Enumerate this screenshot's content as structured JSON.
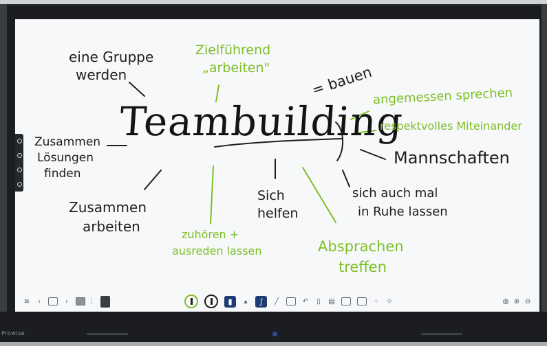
{
  "board": {
    "center": "Teambuilding",
    "notes_black": [
      {
        "id": "gruppe",
        "lines": [
          "eine Gruppe",
          "werden"
        ]
      },
      {
        "id": "zusammen-loesungen",
        "lines": [
          "Zusammen",
          "Lösungen",
          "finden"
        ]
      },
      {
        "id": "zusammen-arbeiten",
        "lines": [
          "Zusammen",
          "arbeiten"
        ]
      },
      {
        "id": "sich-helfen",
        "lines": [
          "Sich",
          "helfen"
        ]
      },
      {
        "id": "bauen",
        "lines": [
          "bauen"
        ]
      },
      {
        "id": "mannschaften",
        "lines": [
          "Mannschaften"
        ]
      },
      {
        "id": "ruhe",
        "lines": [
          "sich auch mal",
          "in Ruhe lassen"
        ]
      }
    ],
    "notes_green": [
      {
        "id": "zielfuehrend",
        "lines": [
          "Zielführend",
          "„arbeiten\""
        ]
      },
      {
        "id": "angemessen",
        "lines": [
          "angemessen sprechen"
        ]
      },
      {
        "id": "respektvoll",
        "lines": [
          "respektvolles Miteinander"
        ]
      },
      {
        "id": "zuhoeren",
        "lines": [
          "zuhören +",
          "ausreden lassen"
        ]
      },
      {
        "id": "absprachen",
        "lines": [
          "Absprachen",
          "treffen"
        ]
      }
    ],
    "equals_sign": "="
  },
  "colors": {
    "ink": "#1d1d1d",
    "green": "#7cbf24",
    "toolbar_active": "#1f3b73"
  },
  "toolbar": {
    "menu_icon": "menu-icon",
    "prev_icon": "chevron-left-icon",
    "next_icon": "chevron-right-icon",
    "more_icon": "more-vertical-icon",
    "pens": [
      "pen-green-icon",
      "pen-black-icon"
    ],
    "tools": [
      "select-icon",
      "marker-icon",
      "pen-tool-icon",
      "line-icon",
      "shape-icon",
      "undo-icon",
      "eraser-icon",
      "text-icon",
      "image-icon",
      "camera-icon",
      "pointer-icon",
      "move-icon"
    ],
    "right": [
      "globe-icon",
      "zoom-in-icon",
      "zoom-out-icon"
    ]
  },
  "brand": "Prowise"
}
